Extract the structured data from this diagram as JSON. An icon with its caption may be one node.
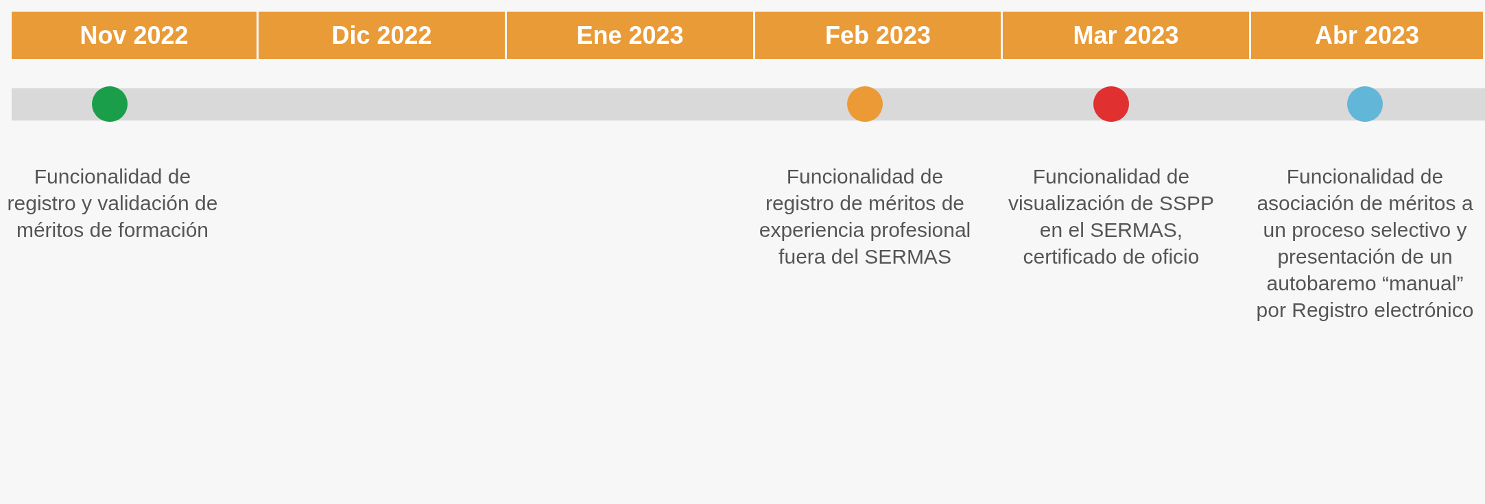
{
  "diagram": {
    "nodes": [
      {
        "text": [
          "Nov 2022"
        ]
      },
      {
        "text": [
          "Dic 2022"
        ]
      },
      {
        "text": [
          "Ene 2023"
        ]
      },
      {
        "text": [
          "Feb 2023"
        ]
      },
      {
        "text": [
          "Mar 2023"
        ]
      },
      {
        "text": [
          "Abr 2023"
        ]
      },
      {
        "text": [],
        "shape": "circle",
        "beside": [
          "Funcionalidad de registro y validación de méritos de formación"
        ]
      },
      {
        "text": [],
        "shape": "circle",
        "beside": [
          "Funcionalidad de registro de méritos de experiencia profesional fuera del SERMAS"
        ]
      },
      {
        "text": [],
        "shape": "circle",
        "beside": [
          "Funcionalidad de visualización de SSPP en el SERMAS, certificado de oficio"
        ]
      },
      {
        "text": [],
        "shape": "circle",
        "beside": [
          "Funcionalidad de asociación de méritos a un proceso selectivo y presentación de un autobaremo “manual” por Registro electrónico"
        ]
      }
    ]
  }
}
